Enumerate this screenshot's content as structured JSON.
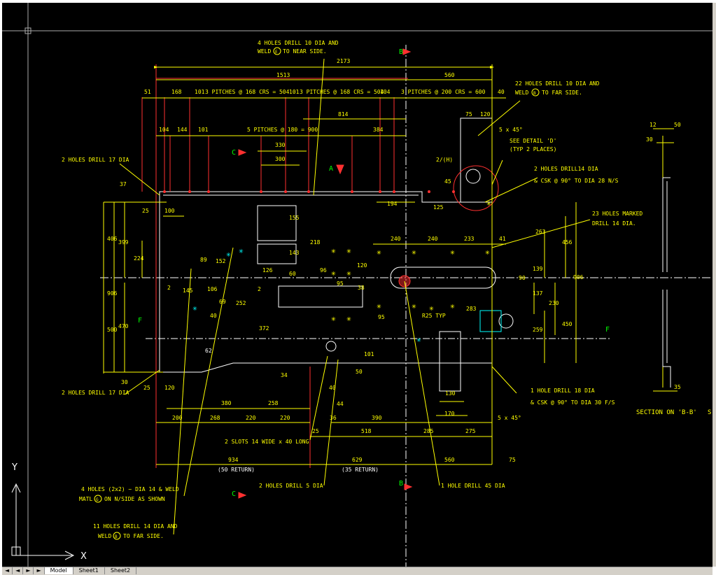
{
  "tabs": {
    "nav": [
      "◄",
      "◄",
      "►",
      "►"
    ],
    "items": [
      "Model",
      "Sheet1",
      "Sheet2"
    ],
    "active": 0
  },
  "ucs": {
    "x": "X",
    "y": "Y"
  },
  "colors": {
    "background": "#000000",
    "dimension": "#ffff00",
    "object": "#ffffff",
    "hidden": "#ff3030",
    "marker": "#00ff00",
    "centerline": "#ffffff",
    "hole": "#00ffff"
  },
  "sections": {
    "B": "B",
    "C": "C",
    "A": "A",
    "F": "F"
  },
  "dims": {
    "d2173": "2173",
    "d1513": "1513",
    "d560": "560",
    "d51": "51",
    "d168": "168",
    "d101": "101",
    "p1": "3 PITCHES @ 168 CRS = 504",
    "d101b": "101",
    "p2": "3 PITCHES @ 168 CRS = 504",
    "d104": "104",
    "p3": "3 PITCHES @ 200 CRS = 600",
    "d40": "40",
    "d814": "814",
    "d104b": "104",
    "d144": "144",
    "d101c": "101",
    "p4": "5 PITCHES @ 180 = 900",
    "d384": "384",
    "d330": "330",
    "d300": "300",
    "d75": "75",
    "d120": "120",
    "c5x45": "5 x 45°",
    "d37": "37",
    "d45": "45",
    "d125": "125",
    "d194": "194",
    "d25": "25",
    "d100": "100",
    "d406": "406",
    "d399": "399",
    "d224": "224",
    "d155": "155",
    "d218": "218",
    "d143": "143",
    "d126": "126",
    "d60": "60",
    "d240": "240",
    "d240b": "240",
    "d233": "233",
    "d41": "41",
    "d263": "263",
    "d456": "456",
    "d89": "89",
    "d152": "152",
    "d96": "96",
    "d120b": "120",
    "d139": "139",
    "d90": "90",
    "d906": "906",
    "d906b": "906",
    "d2": "2",
    "d145": "145",
    "d106": "106",
    "d69": "69",
    "d95": "95",
    "d38": "38",
    "d137": "137",
    "d230": "230",
    "d252": "252",
    "d2b": "2",
    "d283": "283",
    "d40b": "40",
    "d372": "372",
    "d95b": "95",
    "r25": "R25 TYP",
    "d470": "470",
    "d500": "500",
    "d450": "450",
    "d259": "259",
    "d62": "62",
    "d101d": "101",
    "d30": "30",
    "d34": "34",
    "d50": "50",
    "d25b": "25",
    "d120c": "120",
    "d40c": "40",
    "d130": "130",
    "d170": "170",
    "d380": "380",
    "d258": "258",
    "d44": "44",
    "d200": "200",
    "d268": "268",
    "d220": "220",
    "d220b": "220",
    "d36": "36",
    "d390": "390",
    "d25c": "25",
    "d518": "518",
    "d285": "285",
    "d275": "275",
    "c5x45b": "5 x 45°",
    "d934": "934",
    "d629": "629",
    "d560b": "560",
    "d75b": "75",
    "d12": "12",
    "d50b": "50",
    "d30b": "30",
    "d35": "35",
    "detailh": "2/(H)",
    "r50": "(50 RETURN)",
    "r35": "(35 RETURN)"
  },
  "notes": {
    "n1a": "4 HOLES DRILL 10 DIA AND",
    "n1b": "WELD",
    "n1c": "TO NEAR SIDE.",
    "n1s": "E",
    "n2a": "22 HOLES DRILL 10 DIA AND",
    "n2b": "WELD",
    "n2c": "TO FAR SIDE.",
    "n2s": "B",
    "n3a": "SEE DETAIL 'D'",
    "n3b": "(TYP 2 PLACES)",
    "n4a": "2 HOLES DRILL14 DIA",
    "n4b": "& CSK @ 90° TO DIA 28 N/S",
    "n5": "2 HOLES DRILL 17 DIA",
    "n6a": "23 HOLES MARKED",
    "n6b": "DRILL 14 DIA.",
    "n7": "2 HOLES DRILL 17 DIA",
    "n8a": "1 HOLE DRILL 18 DIA",
    "n8b": "& CSK @ 90° TO DIA 30 F/S",
    "n9": "2 SLOTS 14 WIDE x 40 LONG",
    "n10": "2 HOLES DRILL 5 DIA",
    "n11": "1 HOLE DRILL 45 DIA",
    "n12a": "4 HOLES (2x2) ~ DIA 14 & WELD",
    "n12b": "MATL",
    "n12c": "ON N/SIDE AS SHOWN",
    "n12s": "G",
    "n13a": "11 HOLES DRILL 14 DIA AND",
    "n13b": "WELD",
    "n13c": "TO FAR SIDE.",
    "n13s": "B",
    "section": "SECTION ON 'B-B'",
    "sectionEdge": "S"
  }
}
